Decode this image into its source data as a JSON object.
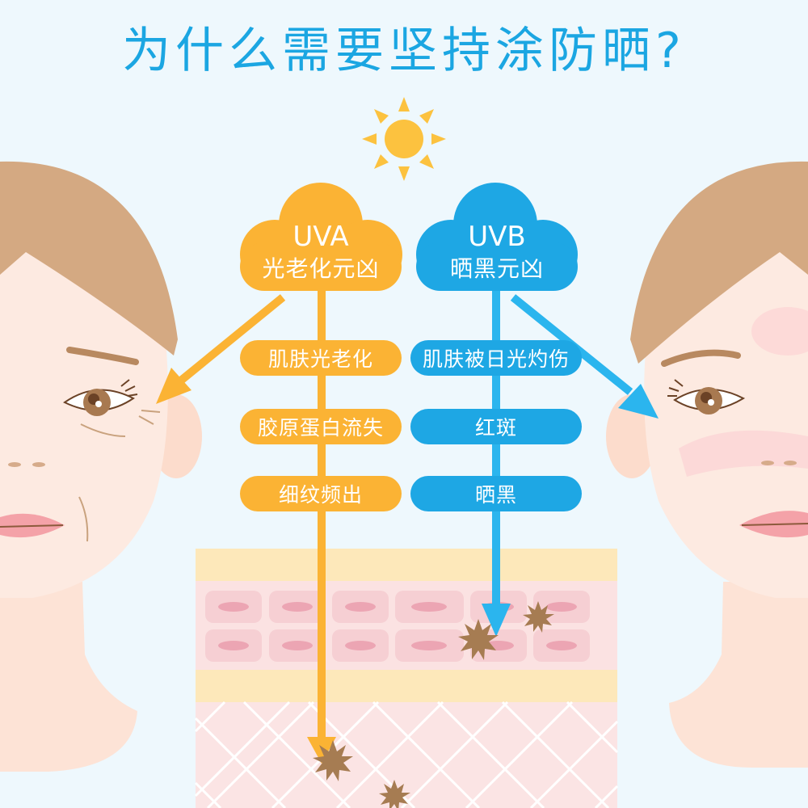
{
  "title": "为什么需要坚持涂防晒?",
  "colors": {
    "background": "#eef8fd",
    "title": "#1ba6e2",
    "uva": "#fbb334",
    "uvb": "#1ea7e4",
    "sun": "#fcc23f",
    "skin": "#fde9e0",
    "hair": "#d4a982",
    "spot": "#a67c52"
  },
  "uva": {
    "name": "UVA",
    "role": "光老化元凶",
    "effects": [
      "肌肤光老化",
      "胶原蛋白流失",
      "细纹频出"
    ]
  },
  "uvb": {
    "name": "UVB",
    "role": "晒黑元凶",
    "effects": [
      "肌肤被日光灼伤",
      "红斑",
      "晒黑"
    ]
  },
  "icons": {
    "sun": "sun-icon",
    "left_face": "aged-face-illustration",
    "right_face": "sunburned-face-illustration",
    "skin_layers": "skin-cross-section",
    "damage": "starburst-damage-icon"
  }
}
